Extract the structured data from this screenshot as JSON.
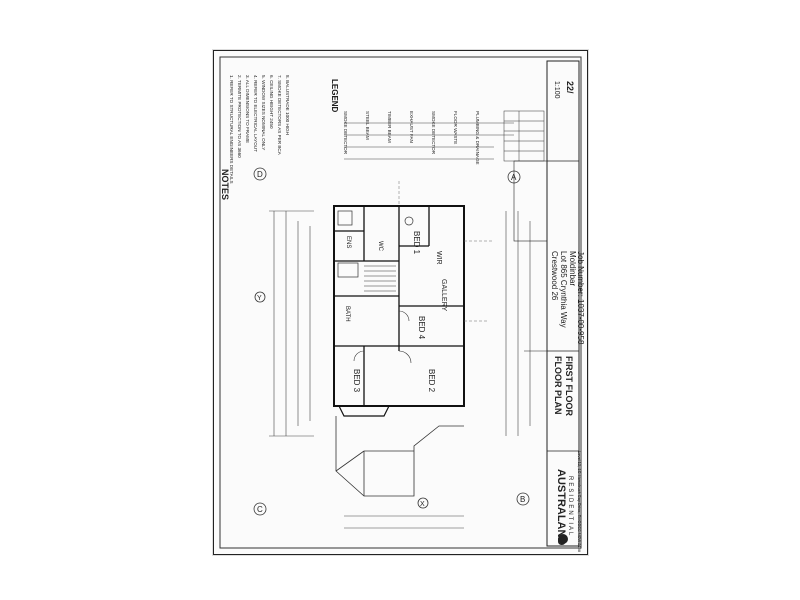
{
  "notes": {
    "heading": "NOTES",
    "lines": [
      "1. REFER TO STRUCTURAL ENGINEERS DETAILS",
      "2. TERMITE PROTECTION TO AS 3660",
      "3. ALL DIMENSIONS TO FRAME",
      "4. REFER TO ELECTRICAL LAYOUT",
      "5. WINDOW SIZES NOMINAL ONLY",
      "6. CEILING HEIGHT 2450",
      "7. SMOKE DETECTORS AS PER BCA",
      "8. BALUSTRADE 1000 HIGH"
    ]
  },
  "legend": {
    "heading": "LEGEND",
    "items": [
      "SMOKE DETECTOR",
      "STEEL BEAM",
      "TIMBER BEAM",
      "EXHAUST FAN",
      "SMOKE DETECTOR",
      "FLOOR WASTE",
      "PLUMBING & DRAINAGE"
    ]
  },
  "gridlines": [
    "A",
    "B",
    "C",
    "D",
    "X",
    "Y"
  ],
  "rooms": {
    "bed1": "BED 1",
    "bed2": "BED 2",
    "bed3": "BED 3",
    "bed4": "BED 4",
    "wir": "WIR",
    "ens": "ENS",
    "bath": "BATH",
    "wc": "WC",
    "gallery": "GALLERY"
  },
  "title_block": {
    "drawing_title": "FLOOR PLAN",
    "floor": "FIRST FLOOR",
    "house": "Crestwood 26",
    "lot": "Lot 865 Crynthia Way",
    "suburb": "Moldinbar",
    "job_number": "Job Number: 1037-00-958",
    "company": "AUSTRALAND",
    "company_sub": "RESIDENTIAL",
    "scale": "1:100",
    "sheet": "22/",
    "address": "Level 12, 1C Homebush Bay Drive, RHODES NSW 2138"
  }
}
